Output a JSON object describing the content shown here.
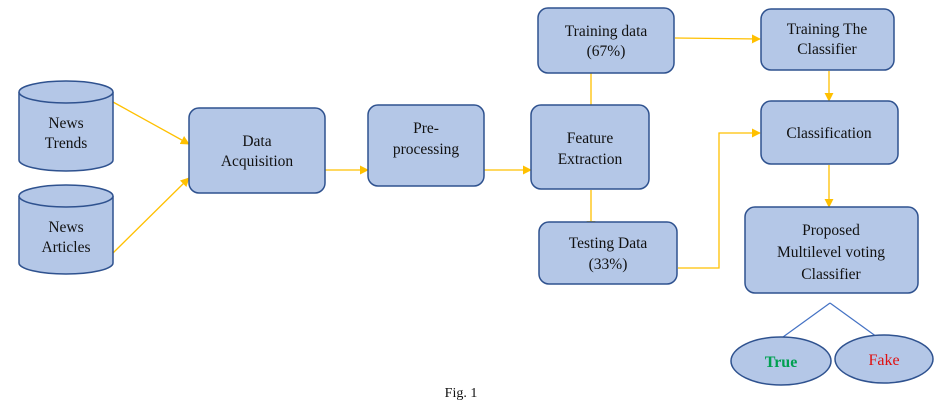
{
  "colors": {
    "box_fill": "#b4c7e7",
    "box_stroke": "#2f528f",
    "arrow": "#ffc000",
    "tree_line": "#4472c4",
    "true_text": "#00a050",
    "fake_text": "#e01010"
  },
  "nodes": {
    "news_trends": [
      "News",
      "Trends"
    ],
    "news_articles": [
      "News",
      "Articles"
    ],
    "data_acquisition": [
      "Data",
      "Acquisition"
    ],
    "preprocessing": [
      "Pre-",
      "processing"
    ],
    "feature_extraction": [
      "Feature",
      "Extraction"
    ],
    "training_data": [
      "Training data",
      "(67%)"
    ],
    "testing_data": [
      "Testing Data",
      "(33%)"
    ],
    "training_classifier": [
      "Training The",
      "Classifier"
    ],
    "classification": [
      "Classification"
    ],
    "proposed_classifier": [
      "Proposed",
      "Multilevel voting",
      "Classifier"
    ],
    "true_label": "True",
    "fake_label": "Fake"
  },
  "caption": "Fig. 1"
}
